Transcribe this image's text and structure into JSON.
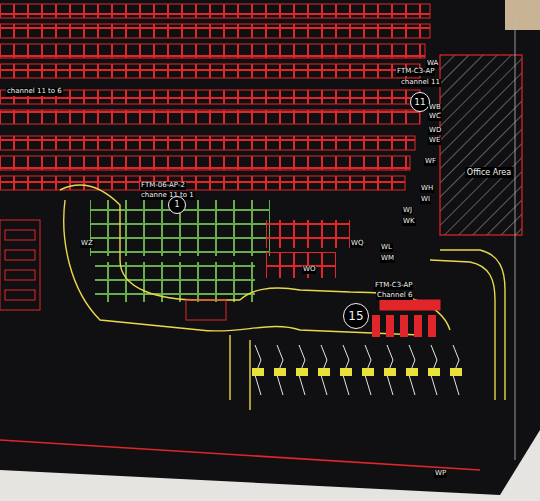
{
  "diagram": {
    "nodes": [
      {
        "text": [
          "Office Area"
        ]
      }
    ],
    "labels": [
      "channel 11 to 6",
      "FTM-C3-AP",
      "channel 11",
      "11",
      "WA",
      "WB",
      "WC",
      "WD",
      "WE",
      "WF",
      "WH",
      "WI",
      "WJ",
      "WK",
      "FTM-06-AP-2",
      "channe 11 to 1",
      "1",
      "WQ",
      "WL",
      "WM",
      "WO",
      "FTM-C3-AP",
      "Channel 6",
      "15",
      "WZ",
      "WP"
    ]
  }
}
